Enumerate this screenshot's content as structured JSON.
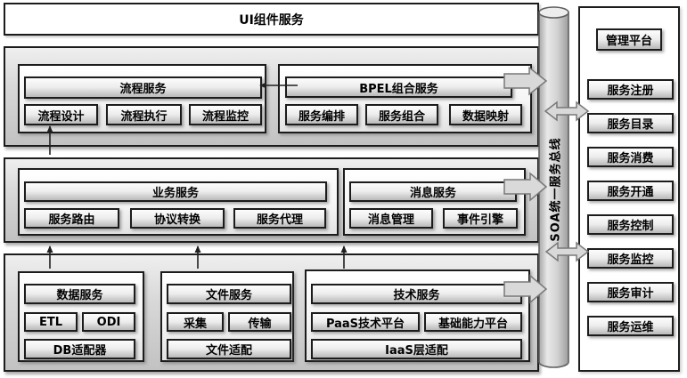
{
  "title_bar": {
    "label": "UI组件服务"
  },
  "bus": {
    "label": "SOA统一服务总线"
  },
  "management": {
    "title": "管理平台",
    "items": [
      "服务注册",
      "服务目录",
      "服务消费",
      "服务开通",
      "服务控制",
      "服务监控",
      "服务审计",
      "服务运维"
    ]
  },
  "process_layer": {
    "process": {
      "title": "流程服务",
      "items": [
        "流程设计",
        "流程执行",
        "流程监控"
      ]
    },
    "bpel": {
      "title": "BPEL组合服务",
      "items": [
        "服务编排",
        "服务组合",
        "数据映射"
      ]
    }
  },
  "service_layer": {
    "business": {
      "title": "业务服务",
      "items": [
        "服务路由",
        "协议转换",
        "服务代理"
      ]
    },
    "message": {
      "title": "消息服务",
      "items": [
        "消息管理",
        "事件引擎"
      ]
    }
  },
  "base_layer": {
    "data": {
      "title": "数据服务",
      "items": [
        "ETL",
        "ODI",
        "DB适配器"
      ]
    },
    "file": {
      "title": "文件服务",
      "items": [
        "采集",
        "传输",
        "文件适配"
      ]
    },
    "tech": {
      "title": "技术服务",
      "items": [
        "PaaS技术平台",
        "基础能力平台",
        "IaaS层适配"
      ]
    }
  },
  "colors": {
    "border": "#1c1c1c",
    "box_fill_top": "#fdfdfd",
    "box_fill_bottom": "#b9b9b9",
    "group_fill": "#cccccc",
    "arrow_fill": "#d9d9d9",
    "arrow_stroke": "#787878"
  }
}
